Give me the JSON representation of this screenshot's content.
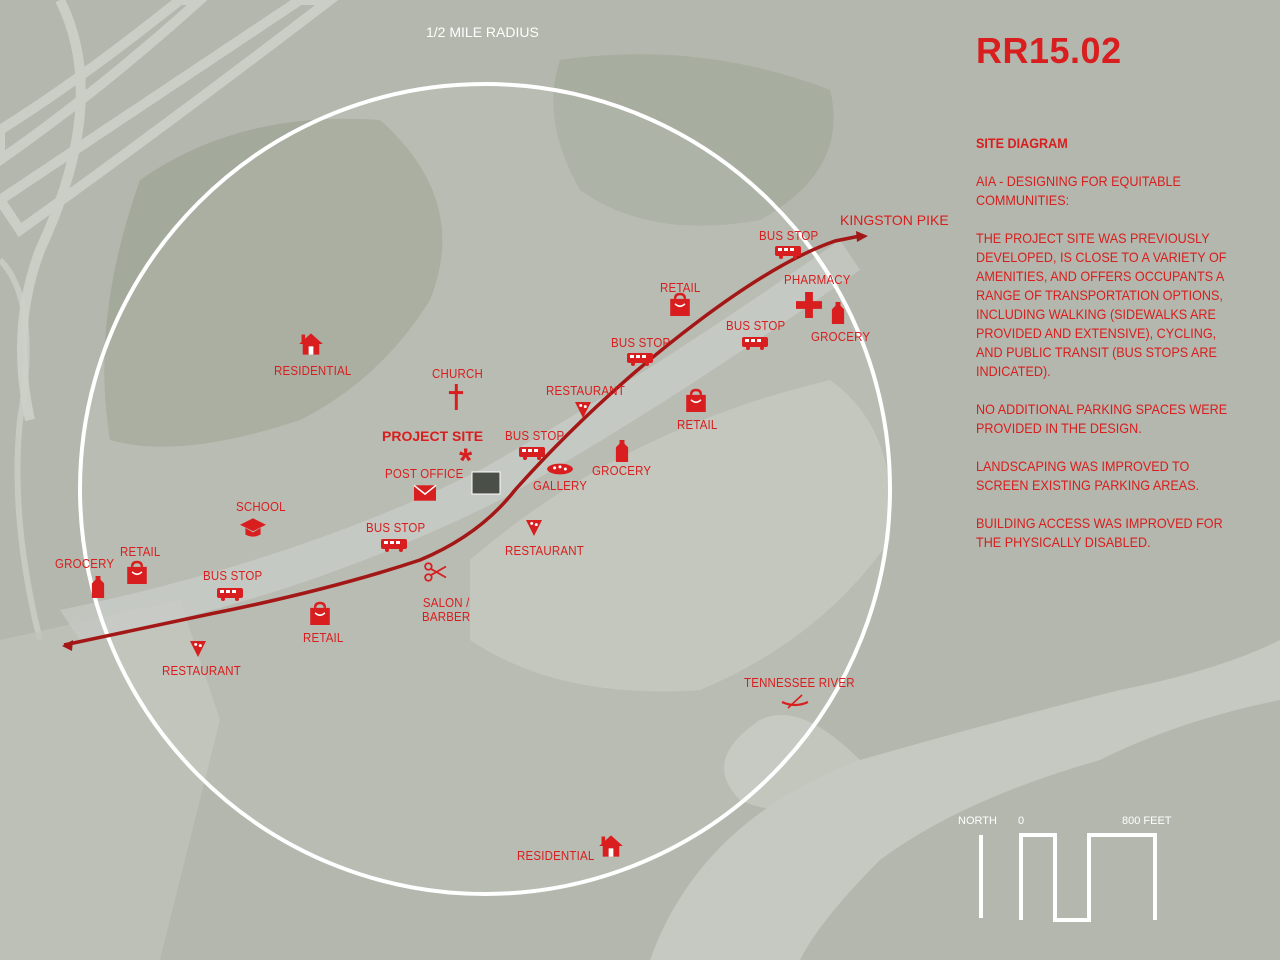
{
  "title": "RR15.02",
  "panel": {
    "heading": "SITE DIAGRAM",
    "paragraphs": [
      "AIA - DESIGNING FOR EQUITABLE COMMUNITIES:",
      "THE PROJECT SITE WAS PREVIOUSLY DEVELOPED, IS CLOSE TO A VARIETY OF AMENITIES, AND OFFERS OCCUPANTS A RANGE OF TRANSPORTATION OPTIONS, INCLUDING WALKING (SIDEWALKS ARE PROVIDED AND EXTENSIVE), CYCLING, AND PUBLIC TRANSIT (BUS STOPS ARE INDICATED).",
      "NO ADDITIONAL PARKING SPACES WERE PROVIDED IN THE DESIGN.",
      "LANDSCAPING WAS IMPROVED TO SCREEN EXISTING PARKING AREAS.",
      "BUILDING ACCESS WAS IMPROVED FOR THE PHYSICALLY DISABLED."
    ]
  },
  "radius_label": "1/2 MILE RADIUS",
  "road_label": "KINGSTON PIKE",
  "project_site_label": "PROJECT SITE",
  "labels": {
    "bus_stop_1": "BUS STOP",
    "bus_stop_2": "BUS STOP",
    "bus_stop_3": "BUS STOP",
    "bus_stop_4": "BUS STOP",
    "bus_stop_5": "BUS STOP",
    "bus_stop_6": "BUS STOP",
    "pharmacy": "PHARMACY",
    "grocery_1": "GROCERY",
    "grocery_2": "GROCERY",
    "grocery_3": "GROCERY",
    "retail_1": "RETAIL",
    "retail_2": "RETAIL",
    "retail_3": "RETAIL",
    "retail_4": "RETAIL",
    "restaurant_1": "RESTAURANT",
    "restaurant_2": "RESTAURANT",
    "restaurant_3": "RESTAURANT",
    "residential_1": "RESIDENTIAL",
    "residential_2": "RESIDENTIAL",
    "church": "CHURCH",
    "post_office": "POST OFFICE",
    "gallery": "GALLERY",
    "school": "SCHOOL",
    "salon": "SALON /\nBARBER",
    "river": "TENNESSEE RIVER"
  },
  "scale": {
    "north": "NORTH",
    "zero": "0",
    "max": "800 FEET"
  },
  "colors": {
    "accent": "#d81e1e",
    "road": "#a31717",
    "radius_circle": "#ffffff",
    "aerial_base": "#b4b8ae"
  }
}
